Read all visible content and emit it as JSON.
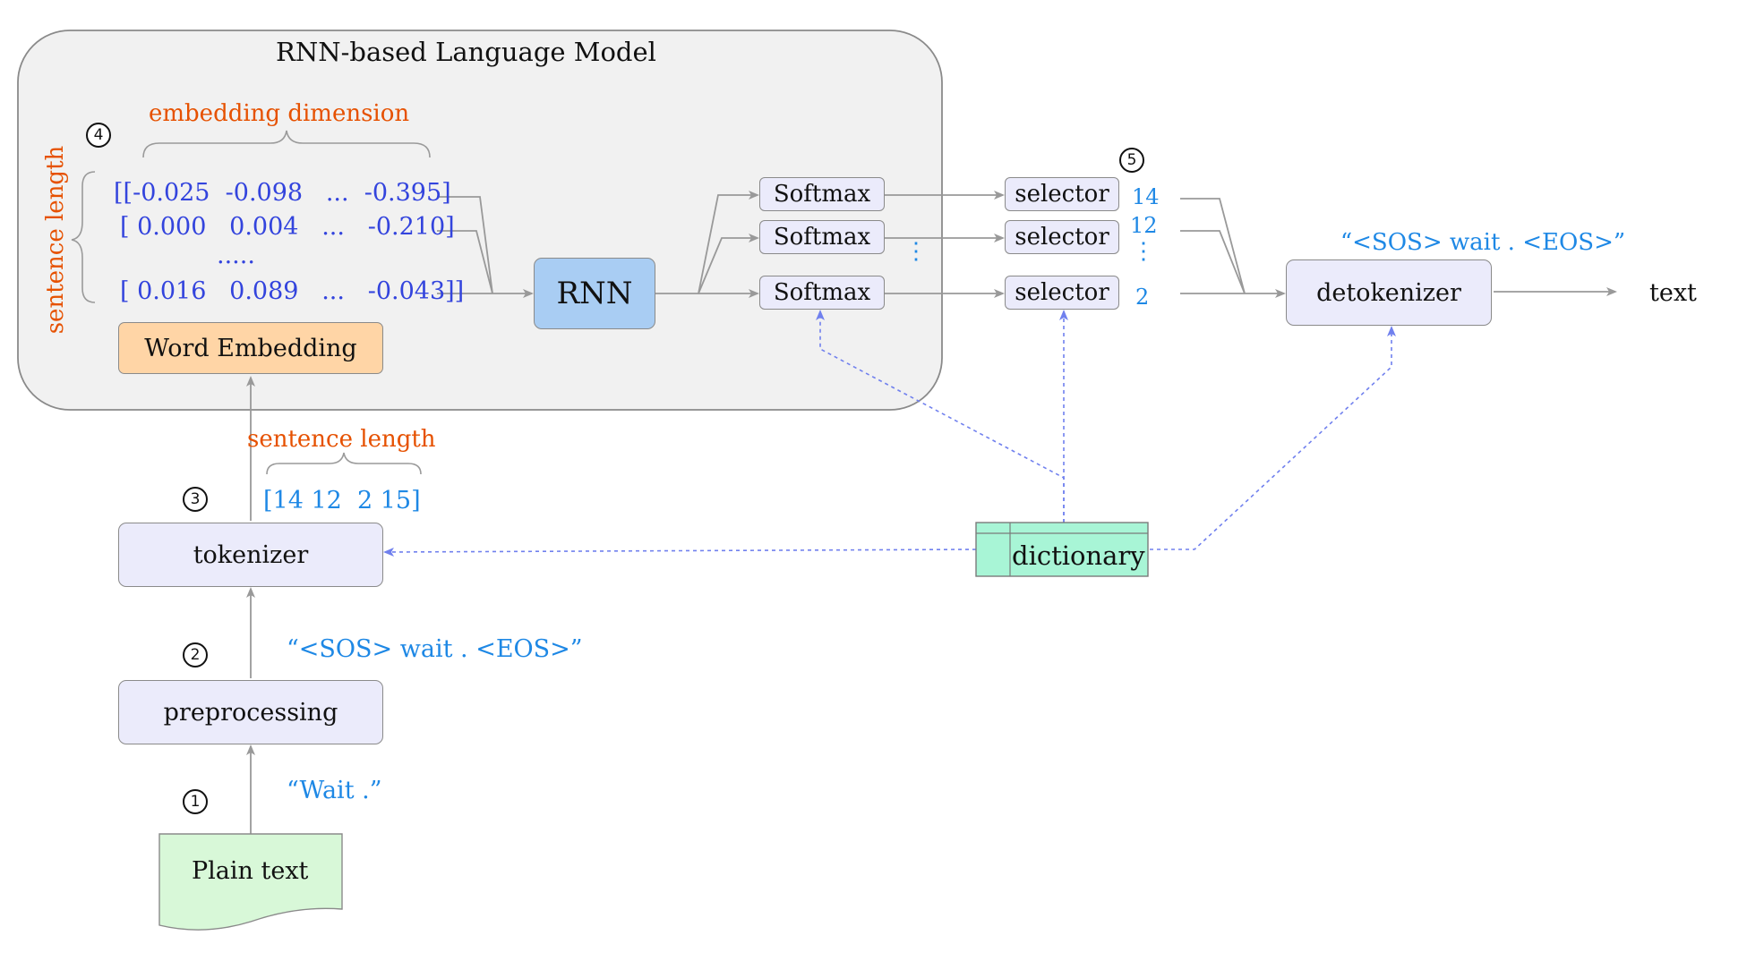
{
  "lm_title": "RNN-based Language Model",
  "embedding_dimension_label": "embedding dimension",
  "sentence_length_vertical_label": "sentence length",
  "sentence_length_label": "sentence length",
  "matrix": {
    "row1": "[[-0.025  -0.098   ...  -0.395]",
    "row2": "[ 0.000   0.004   ...   -0.210]",
    "row_dots": ".....",
    "row3": "[ 0.016   0.089   ...   -0.043]]"
  },
  "word_embedding_label": "Word Embedding",
  "rnn_label": "RNN",
  "softmax_labels": [
    "Softmax",
    "Softmax",
    "Softmax"
  ],
  "selector_labels": [
    "selector",
    "selector",
    "selector"
  ],
  "vdots": "⋮",
  "output_ids": [
    "14",
    "12",
    "2"
  ],
  "detokenizer_label": "detokenizer",
  "output_string": "“<SOS> wait . <EOS>”",
  "text_label": "text",
  "token_ids": "[14 12  2 15]",
  "tokenizer_label": "tokenizer",
  "dictionary_label": "dictionary",
  "preprocessed_string": "“<SOS> wait . <EOS>”",
  "preprocessing_label": "preprocessing",
  "raw_string": "“Wait .”",
  "plain_text_label": "Plain text",
  "steps": [
    "1",
    "2",
    "3",
    "4",
    "5"
  ],
  "colors": {
    "lm_bg": "#f1f1f1",
    "module_fill": "#ebebfb",
    "rnn_fill": "#a9cdf3",
    "embedding_fill": "#ffd5a6",
    "dictionary_fill": "#a8f5d6",
    "plain_text_fill": "#d8f8d8",
    "arrow": "#999999",
    "dotted_arrow": "#7080ee",
    "orange_text": "#e65100",
    "blue_text": "#3344dd",
    "light_blue_text": "#1e88e5"
  }
}
